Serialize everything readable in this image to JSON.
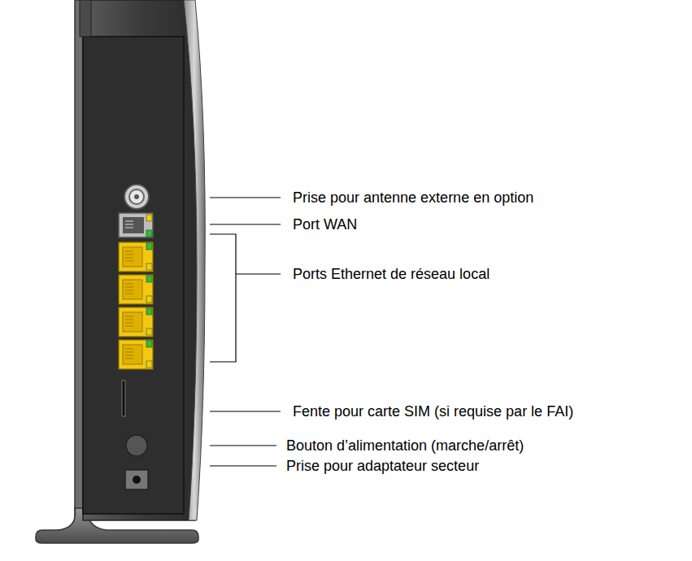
{
  "diagram": {
    "labels": [
      "Prise pour antenne externe en option",
      "Port WAN",
      "Ports Ethernet de réseau local",
      "Fente pour carte SIM (si requise par le FAI)",
      "Bouton d’alimentation (marche/arrêt)",
      "Prise pour adaptateur secteur"
    ]
  }
}
